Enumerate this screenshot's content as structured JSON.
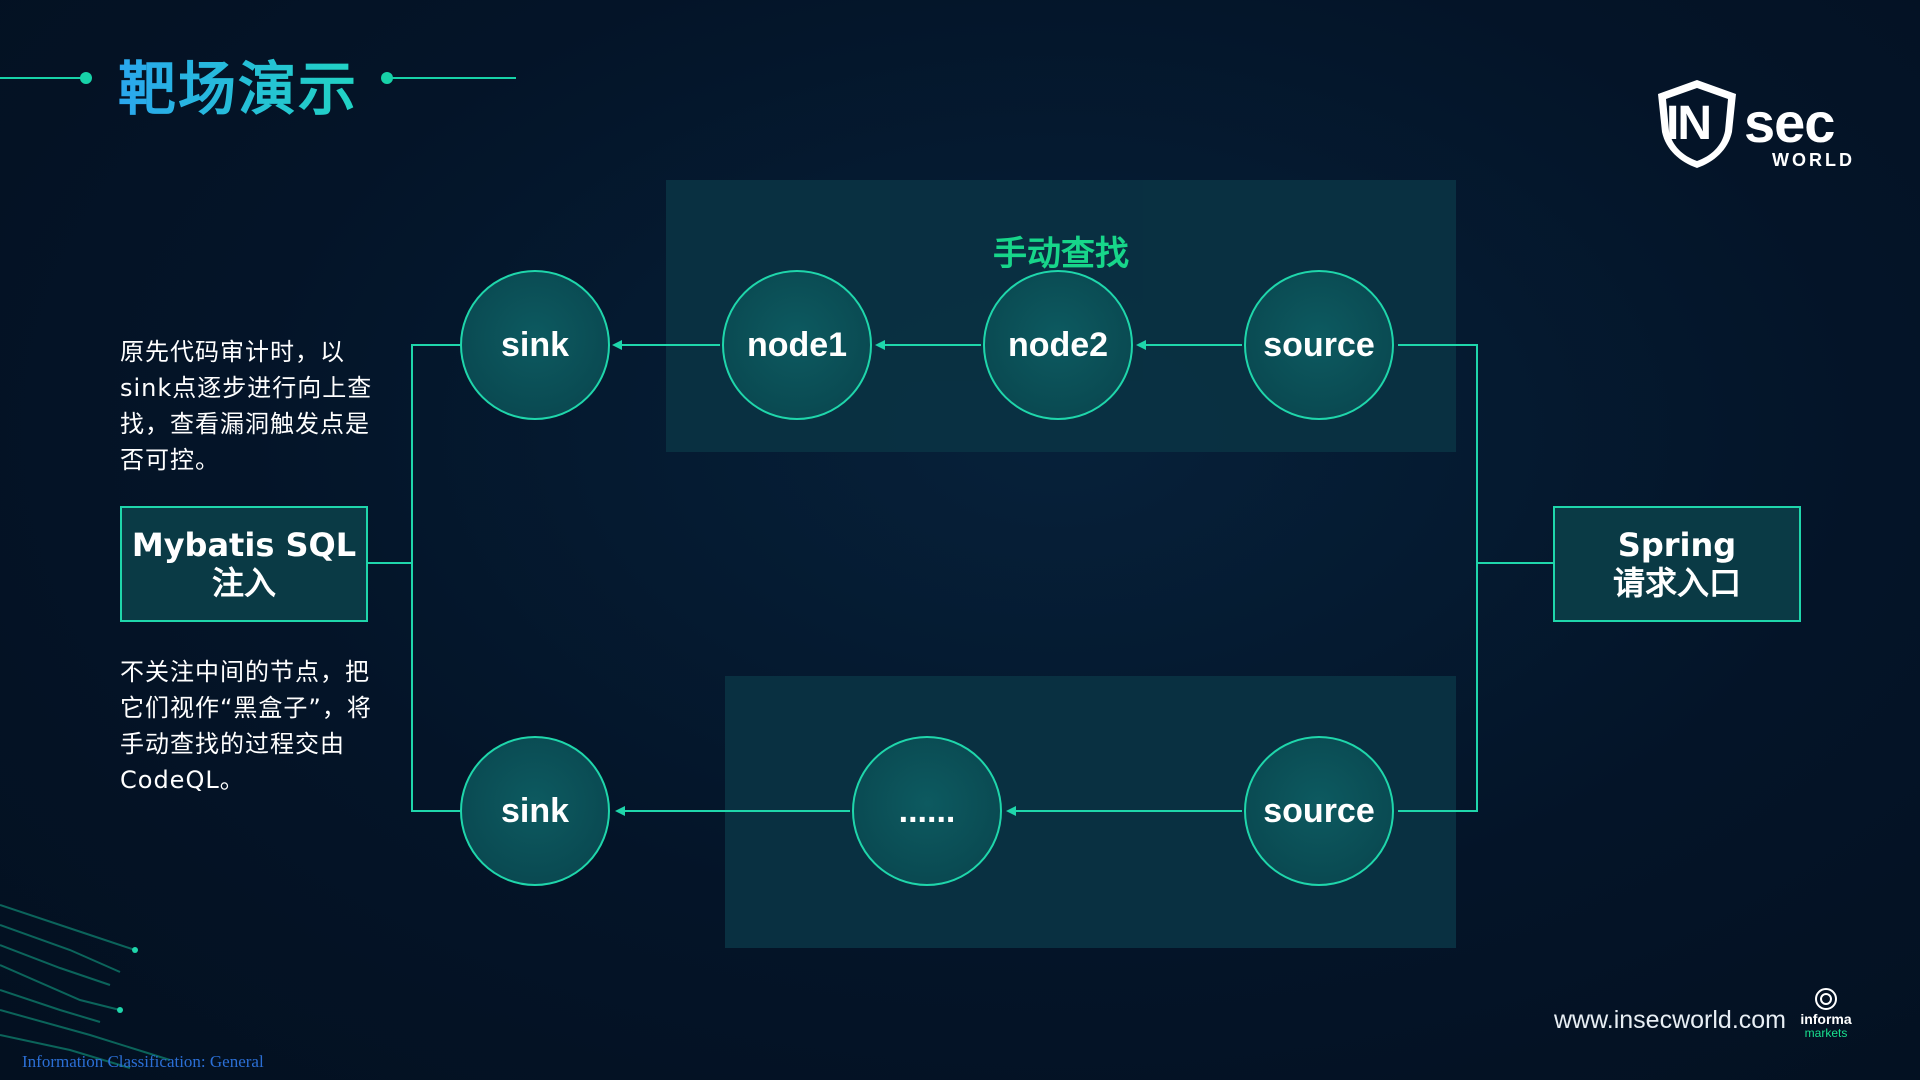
{
  "page_title": "靶场演示",
  "logo": {
    "main": "IN",
    "suffix": "sec",
    "sub": "WORLD"
  },
  "top_panel": {
    "title": "手动查找",
    "nodes": [
      "sink",
      "node1",
      "node2",
      "source"
    ]
  },
  "bottom_panel": {
    "nodes": [
      "sink",
      "......",
      "source"
    ]
  },
  "left_box": {
    "line1": "Mybatis SQL",
    "line2": "注入"
  },
  "right_box": {
    "line1": "Spring",
    "line2": "请求入口"
  },
  "desc_top": "原先代码审计时，以sink点逐步进行向上查找，查看漏洞触发点是否可控。",
  "desc_bottom": "不关注中间的节点，把它们视作“黑盒子”，将手动查找的过程交由CodeQL。",
  "footer": {
    "url": "www.insecworld.com",
    "brand": "informa",
    "brand_sub": "markets",
    "classification": "Information Classification: General"
  },
  "colors": {
    "background": "#041428",
    "accent_teal": "#1fd6ab",
    "title_blue": "#21b5e8",
    "panel_title_green": "#19e08f",
    "node_fill": "#0a4a52"
  }
}
